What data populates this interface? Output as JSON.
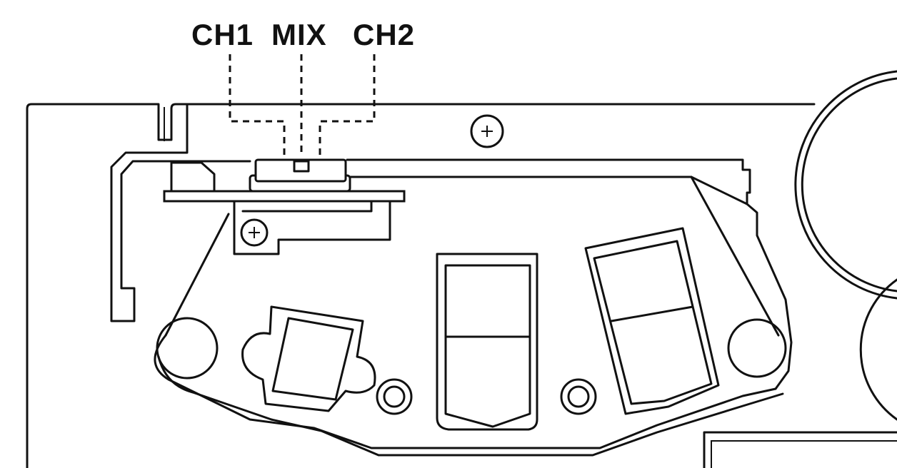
{
  "labels": {
    "ch1": "CH1",
    "mix": "MIX",
    "ch2": "CH2"
  }
}
